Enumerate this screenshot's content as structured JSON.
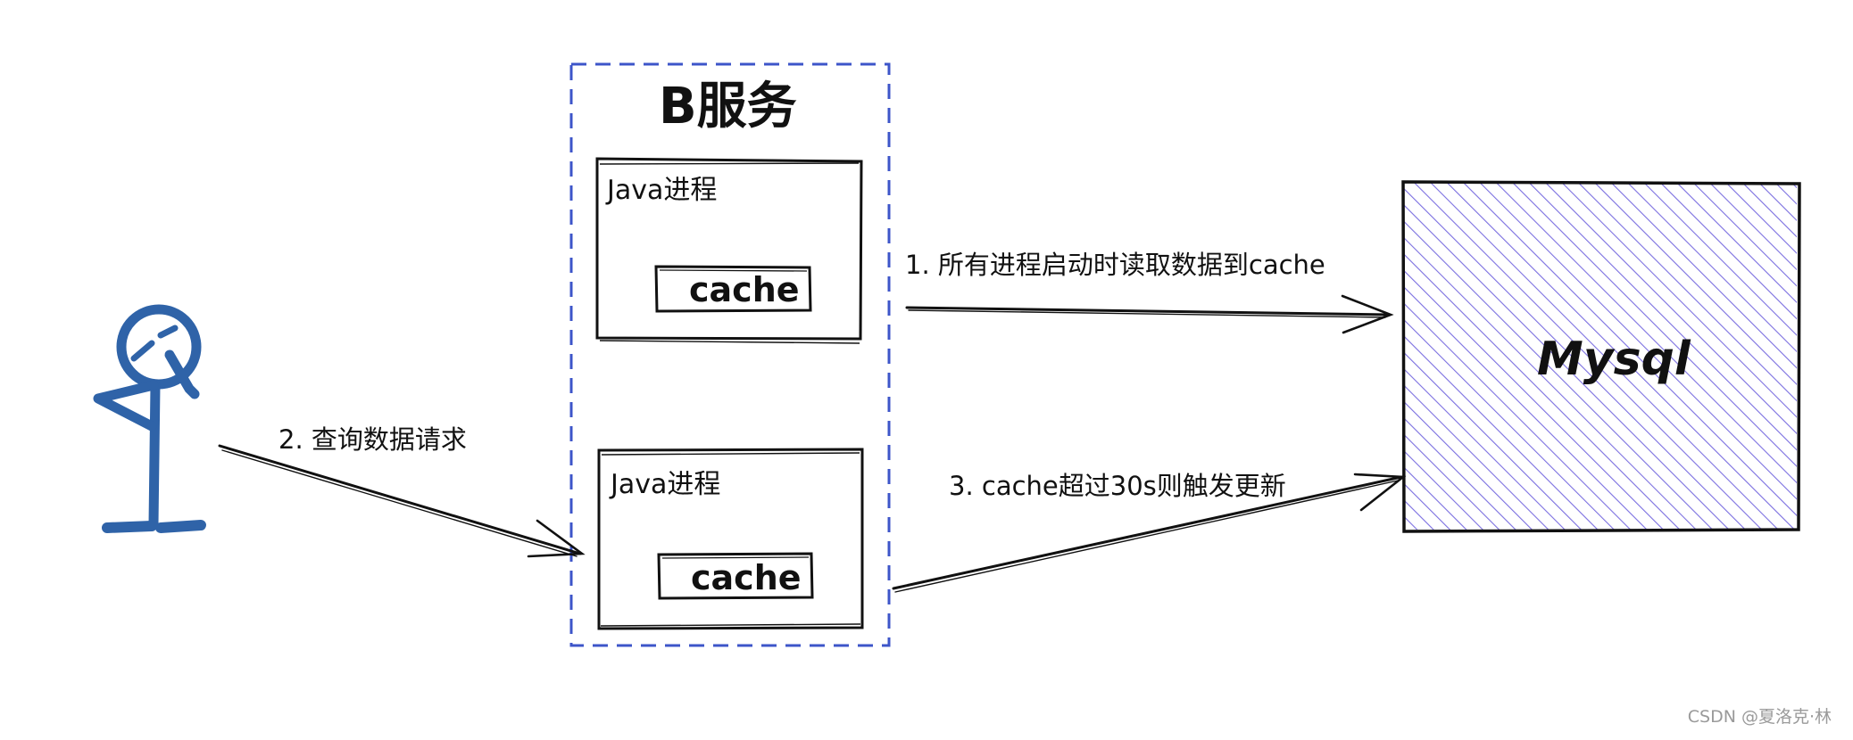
{
  "service": {
    "title": "B服务",
    "processes": [
      {
        "label": "Java进程",
        "cache_label": "cache"
      },
      {
        "label": "Java进程",
        "cache_label": "cache"
      }
    ]
  },
  "database": {
    "label": "Mysql"
  },
  "arrows": {
    "load_on_start": "1.  所有进程启动时读取数据到cache",
    "query_request": "2.  查询数据请求",
    "cache_refresh": "3.  cache超过30s则触发更新"
  },
  "watermark": "CSDN @夏洛克·林",
  "colors": {
    "service_border": "#3d55c9",
    "person": "#2f63a8",
    "mysql_hatch": "#7b6fe0",
    "ink": "#111111"
  }
}
